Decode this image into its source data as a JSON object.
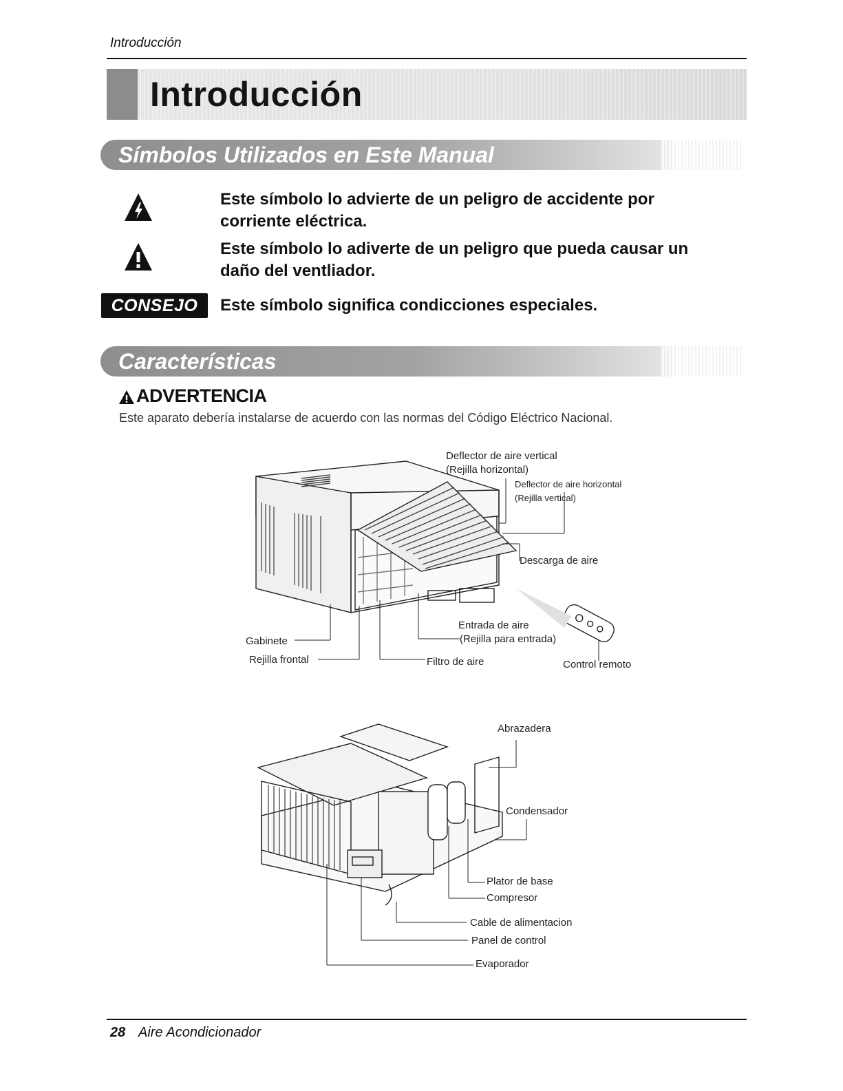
{
  "header": {
    "running_title": "Introducción"
  },
  "chapter": {
    "title": "Introducción"
  },
  "section1": {
    "title": "Símbolos Utilizados en Este Manual",
    "symbols": [
      {
        "icon": "electric-hazard-icon",
        "text_line1": "Este símbolo lo advierte de un peligro de accidente por",
        "text_line2": "corriente eléctrica."
      },
      {
        "icon": "caution-icon",
        "text_line1": "Este símbolo lo adiverte de un peligro que pueda causar un",
        "text_line2": "daño del ventliador."
      }
    ],
    "tip": {
      "badge": "CONSEJO",
      "text": "Este símbolo significa condicciones especiales."
    }
  },
  "section2": {
    "title": "Características",
    "warning": {
      "heading": "ADVERTENCIA",
      "text": "Este aparato debería instalarse de acuerdo con las normas del Código Eléctrico Nacional."
    }
  },
  "figure1": {
    "labels": {
      "deflector_vertical": "Deflector de aire vertical",
      "rejilla_horizontal": "(Rejilla horizontal)",
      "deflector_horizontal": "Deflector de aire horizontal",
      "rejilla_vertical": "(Rejilla vertical)",
      "descarga": "Descarga de aire",
      "entrada": "Entrada de aire",
      "rejilla_entrada": "(Rejilla para entrada)",
      "gabinete": "Gabinete",
      "rejilla_frontal": "Rejilla frontal",
      "filtro": "Filtro de aire",
      "control_remoto": "Control remoto"
    }
  },
  "figure2": {
    "labels": {
      "abrazadera": "Abrazadera",
      "condensador": "Condensador",
      "plator": "Plator de base",
      "compresor": "Compresor",
      "cable": "Cable de alimentacion",
      "panel": "Panel de control",
      "evaporador": "Evaporador"
    }
  },
  "footer": {
    "page_number": "28",
    "title": "Aire Acondicionador"
  }
}
